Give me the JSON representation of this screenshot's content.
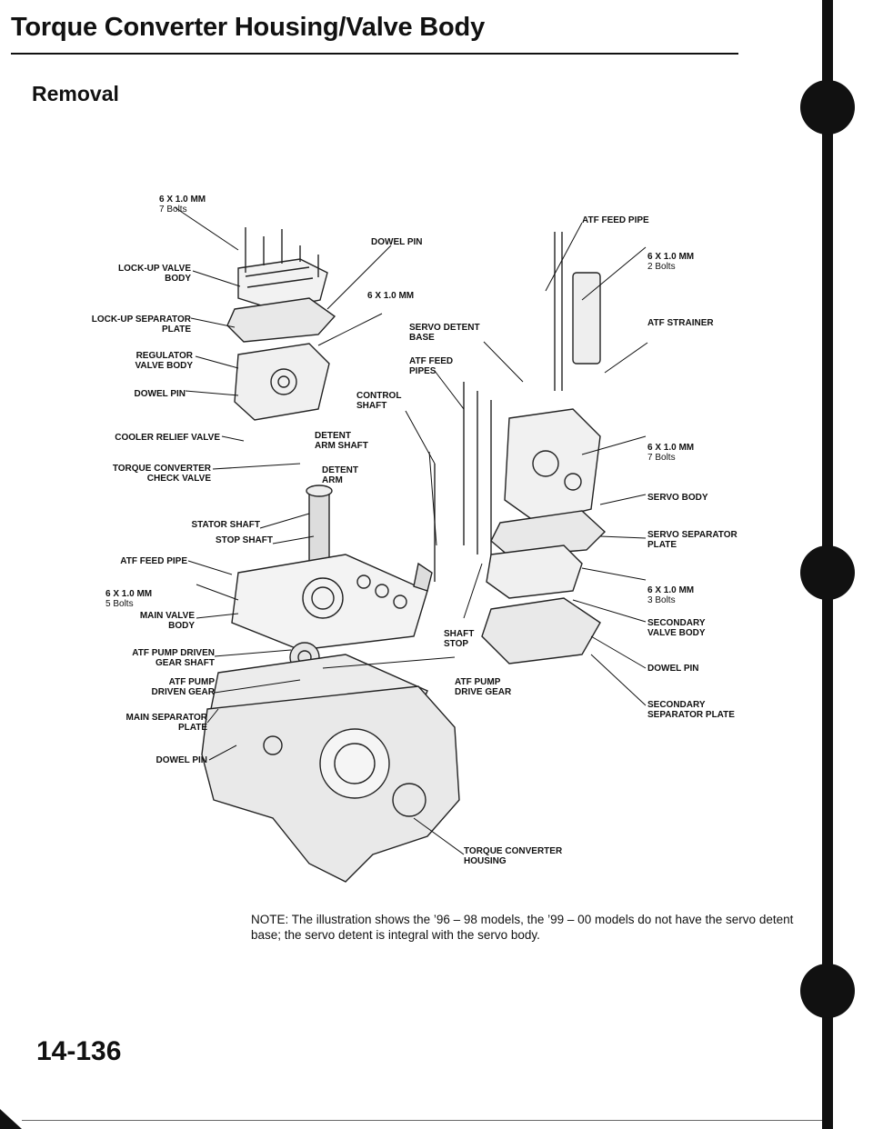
{
  "title": "Torque Converter Housing/Valve Body",
  "section": "Removal",
  "labels": {
    "bolts_7_top": {
      "size": "6 x 1.0 mm",
      "count": "7 Bolts"
    },
    "atf_feed_pipe_top": "ATF FEED PIPE",
    "bolts_2": {
      "size": "6 x 1.0 mm",
      "count": "2 Bolts"
    },
    "dowel_pin_top": "DOWEL PIN",
    "lockup_valve_body": "LOCK-UP VALVE\nBODY",
    "bolt_mid": "6 x 1.0 mm",
    "lockup_separator_plate": "LOCK-UP SEPARATOR\nPLATE",
    "servo_detent_base": "SERVO DETENT\nBASE",
    "atf_strainer": "ATF STRAINER",
    "regulator_valve_body": "REGULATOR\nVALVE BODY",
    "atf_feed_pipes": "ATF FEED\nPIPES",
    "dowel_pin_left": "DOWEL PIN",
    "control_shaft": "CONTROL\nSHAFT",
    "cooler_relief_valve": "COOLER RELIEF VALVE",
    "detent_arm_shaft": "DETENT\nARM SHAFT",
    "bolts_7_right": {
      "size": "6 x 1.0 mm",
      "count": "7 Bolts"
    },
    "detent_arm": "DETENT\nARM",
    "torque_converter_check_valve": "TORQUE CONVERTER\nCHECK VALVE",
    "servo_body": "SERVO BODY",
    "stator_shaft": "STATOR SHAFT",
    "servo_separator_plate": "SERVO SEPARATOR\nPLATE",
    "stop_shaft": "STOP SHAFT",
    "atf_feed_pipe_left": "ATF FEED PIPE",
    "bolts_5": {
      "size": "6 x 1.0 mm",
      "count": "5 Bolts"
    },
    "bolts_3": {
      "size": "6 x 1.0 mm",
      "count": "3 Bolts"
    },
    "main_valve_body": "MAIN VALVE\nBODY",
    "shaft_stop": "SHAFT\nSTOP",
    "secondary_valve_body": "SECONDARY\nVALVE BODY",
    "atf_pump_driven_gear_shaft": "ATF PUMP DRIVEN\nGEAR SHAFT",
    "dowel_pin_right": "DOWEL PIN",
    "atf_pump_driven_gear": "ATF PUMP\nDRIVEN GEAR",
    "atf_pump_drive_gear": "ATF PUMP\nDRIVE GEAR",
    "secondary_separator_plate": "SECONDARY\nSEPARATOR PLATE",
    "main_separator_plate": "MAIN SEPARATOR\nPLATE",
    "dowel_pin_bottom": "DOWEL PIN",
    "torque_converter_housing": "TORQUE CONVERTER\nHOUSING"
  },
  "note": "NOTE: The illustration shows the ’96 – 98 models, the ’99 – 00 models do not have the servo detent base; the servo detent is integral with the servo body.",
  "page_number": "14-136"
}
